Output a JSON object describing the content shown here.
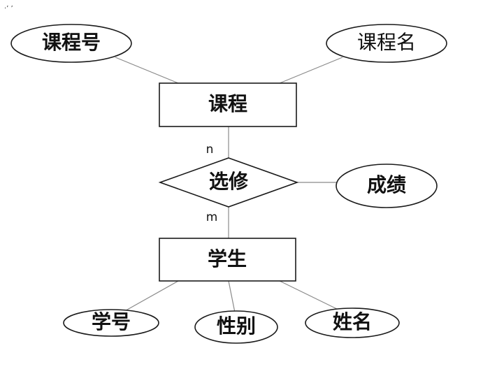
{
  "corner_mark": "·’ ’",
  "entities": {
    "course": "课程",
    "student": "学生"
  },
  "relationship": {
    "name": "选修",
    "card_course": "n",
    "card_student": "m"
  },
  "attributes": {
    "course_no": "课程号",
    "course_name": "课程名",
    "grade": "成绩",
    "student_no": "学号",
    "gender": "性别",
    "student_name": "姓名"
  }
}
